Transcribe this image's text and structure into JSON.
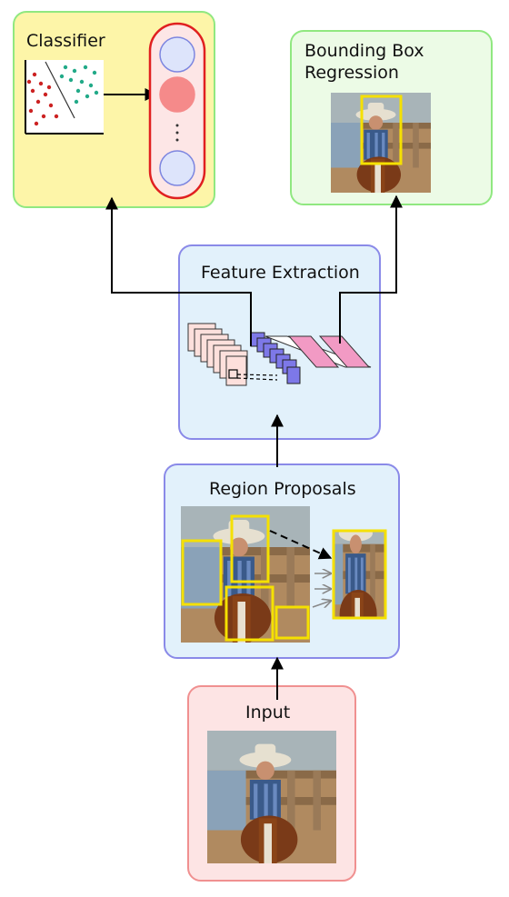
{
  "boxes": {
    "classifier": {
      "label": "Classifier"
    },
    "bbox_regression": {
      "label": "Bounding Box\nRegression"
    },
    "feature_extraction": {
      "label": "Feature Extraction"
    },
    "region_proposals": {
      "label": "Region Proposals"
    },
    "input": {
      "label": "Input"
    }
  },
  "colors": {
    "classifier_fill": "#fdf5a8",
    "classifier_border": "#90e880",
    "regression_fill": "#ecfbe6",
    "regression_border": "#90e880",
    "feature_fill": "#e2f1fb",
    "feature_border": "#8a8ae8",
    "input_fill": "#fde4e4",
    "input_border": "#f09090",
    "box_yellow": "#f5e000",
    "neuron_active": "#f58a8a",
    "neuron_idle": "#dde4fb",
    "cnn_block_pink": "#fde0dc",
    "cnn_block_blue": "#7d78e8",
    "fc_layer_pink": "#f29ac4"
  }
}
